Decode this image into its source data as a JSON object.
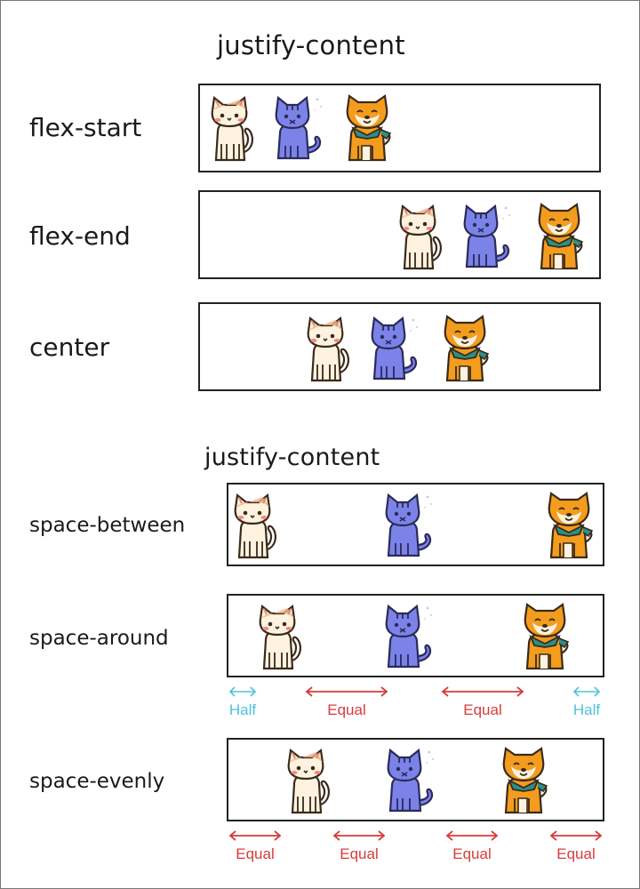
{
  "section1": {
    "title": "justify-content",
    "rows": [
      {
        "label": "flex-start"
      },
      {
        "label": "flex-end"
      },
      {
        "label": "center"
      }
    ]
  },
  "section2": {
    "title": "justify-content",
    "rows": [
      {
        "label": "space-between"
      },
      {
        "label": "space-around",
        "gaps": [
          "Half",
          "Equal",
          "Equal",
          "Half"
        ]
      },
      {
        "label": "space-evenly",
        "gaps": [
          "Equal",
          "Equal",
          "Equal",
          "Equal"
        ]
      }
    ]
  },
  "colors": {
    "cat_orange_body": "#fff3e0",
    "cat_blue_body": "#7b83e8",
    "dog_body": "#f39c1e",
    "dog_scarf": "#2a8f8a",
    "half_color": "#4cc3d9",
    "equal_color": "#d83b3b",
    "outline": "#3a2a1a"
  }
}
